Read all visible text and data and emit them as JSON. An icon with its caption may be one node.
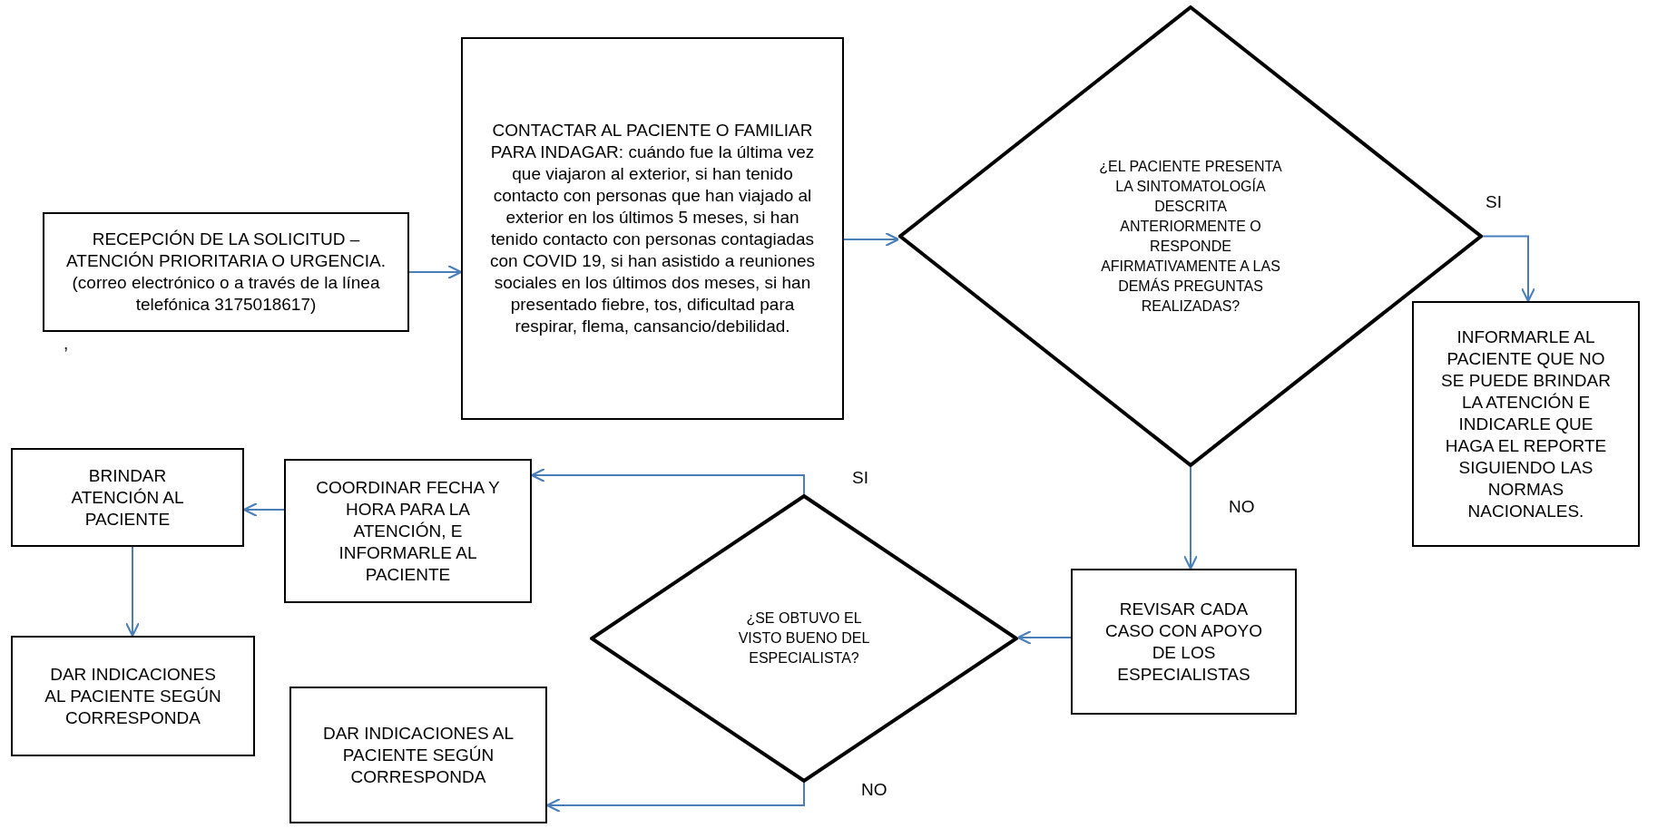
{
  "diagram": {
    "nodes": [
      {
        "text": [
          "RECEPCIÓN DE LA SOLICITUD – ATENCIÓN PRIORITARIA O URGENCIA. (correo electrónico o a través de la línea telefónica 3175018617)"
        ]
      },
      {
        "text": [
          "CONTACTAR AL PACIENTE O FAMILIAR PARA INDAGAR: cuándo fue la última vez que viajaron al exterior, si han tenido contacto con personas que han viajado al exterior en los últimos 5 meses, si han tenido contacto con personas contagiadas con COVID 19, si han asistido a reuniones sociales en los últimos dos meses, si han presentado fiebre, tos, dificultad para respirar, flema, cansancio/debilidad."
        ]
      },
      {
        "text": [
          "¿EL PACIENTE PRESENTA LA SINTOMATOLOGÍA DESCRITA ANTERIORMENTE O RESPONDE AFIRMATIVAMENTE A LAS DEMÁS PREGUNTAS REALIZADAS?"
        ]
      },
      {
        "text": [
          "INFORMARLE AL PACIENTE QUE NO SE PUEDE BRINDAR LA ATENCIÓN E INDICARLE QUE HAGA EL REPORTE SIGUIENDO LAS NORMAS NACIONALES."
        ]
      },
      {
        "text": [
          "REVISAR CADA CASO CON APOYO DE LOS ESPECIALISTAS"
        ]
      },
      {
        "text": [
          "¿SE OBTUVO EL VISTO BUENO DEL ESPECIALISTA?"
        ]
      },
      {
        "text": [
          "COORDINAR FECHA Y HORA PARA LA ATENCIÓN, E INFORMARLE AL PACIENTE"
        ]
      },
      {
        "text": [
          "BRINDAR ATENCIÓN AL PACIENTE"
        ]
      },
      {
        "text": [
          "DAR INDICACIONES AL PACIENTE SEGÚN CORRESPONDA"
        ]
      },
      {
        "text": [
          "DAR INDICACIONES AL PACIENTE SEGÚN CORRESPONDA"
        ]
      }
    ],
    "edges": [
      {
        "from": 0,
        "to": 1,
        "arrow": "to"
      },
      {
        "from": 1,
        "to": 2,
        "arrow": "to"
      },
      {
        "from": 2,
        "to": 3,
        "arrow": "to",
        "label": "SI"
      },
      {
        "from": 2,
        "to": 4,
        "arrow": "to",
        "label": "NO"
      },
      {
        "from": 4,
        "to": 5,
        "arrow": "to"
      },
      {
        "from": 5,
        "to": 6,
        "arrow": "to",
        "label": "SI"
      },
      {
        "from": 5,
        "to": 9,
        "arrow": "to",
        "label": "NO"
      },
      {
        "from": 6,
        "to": 7,
        "arrow": "to"
      },
      {
        "from": 7,
        "to": 8,
        "arrow": "to"
      }
    ],
    "labels": [
      ","
    ]
  }
}
